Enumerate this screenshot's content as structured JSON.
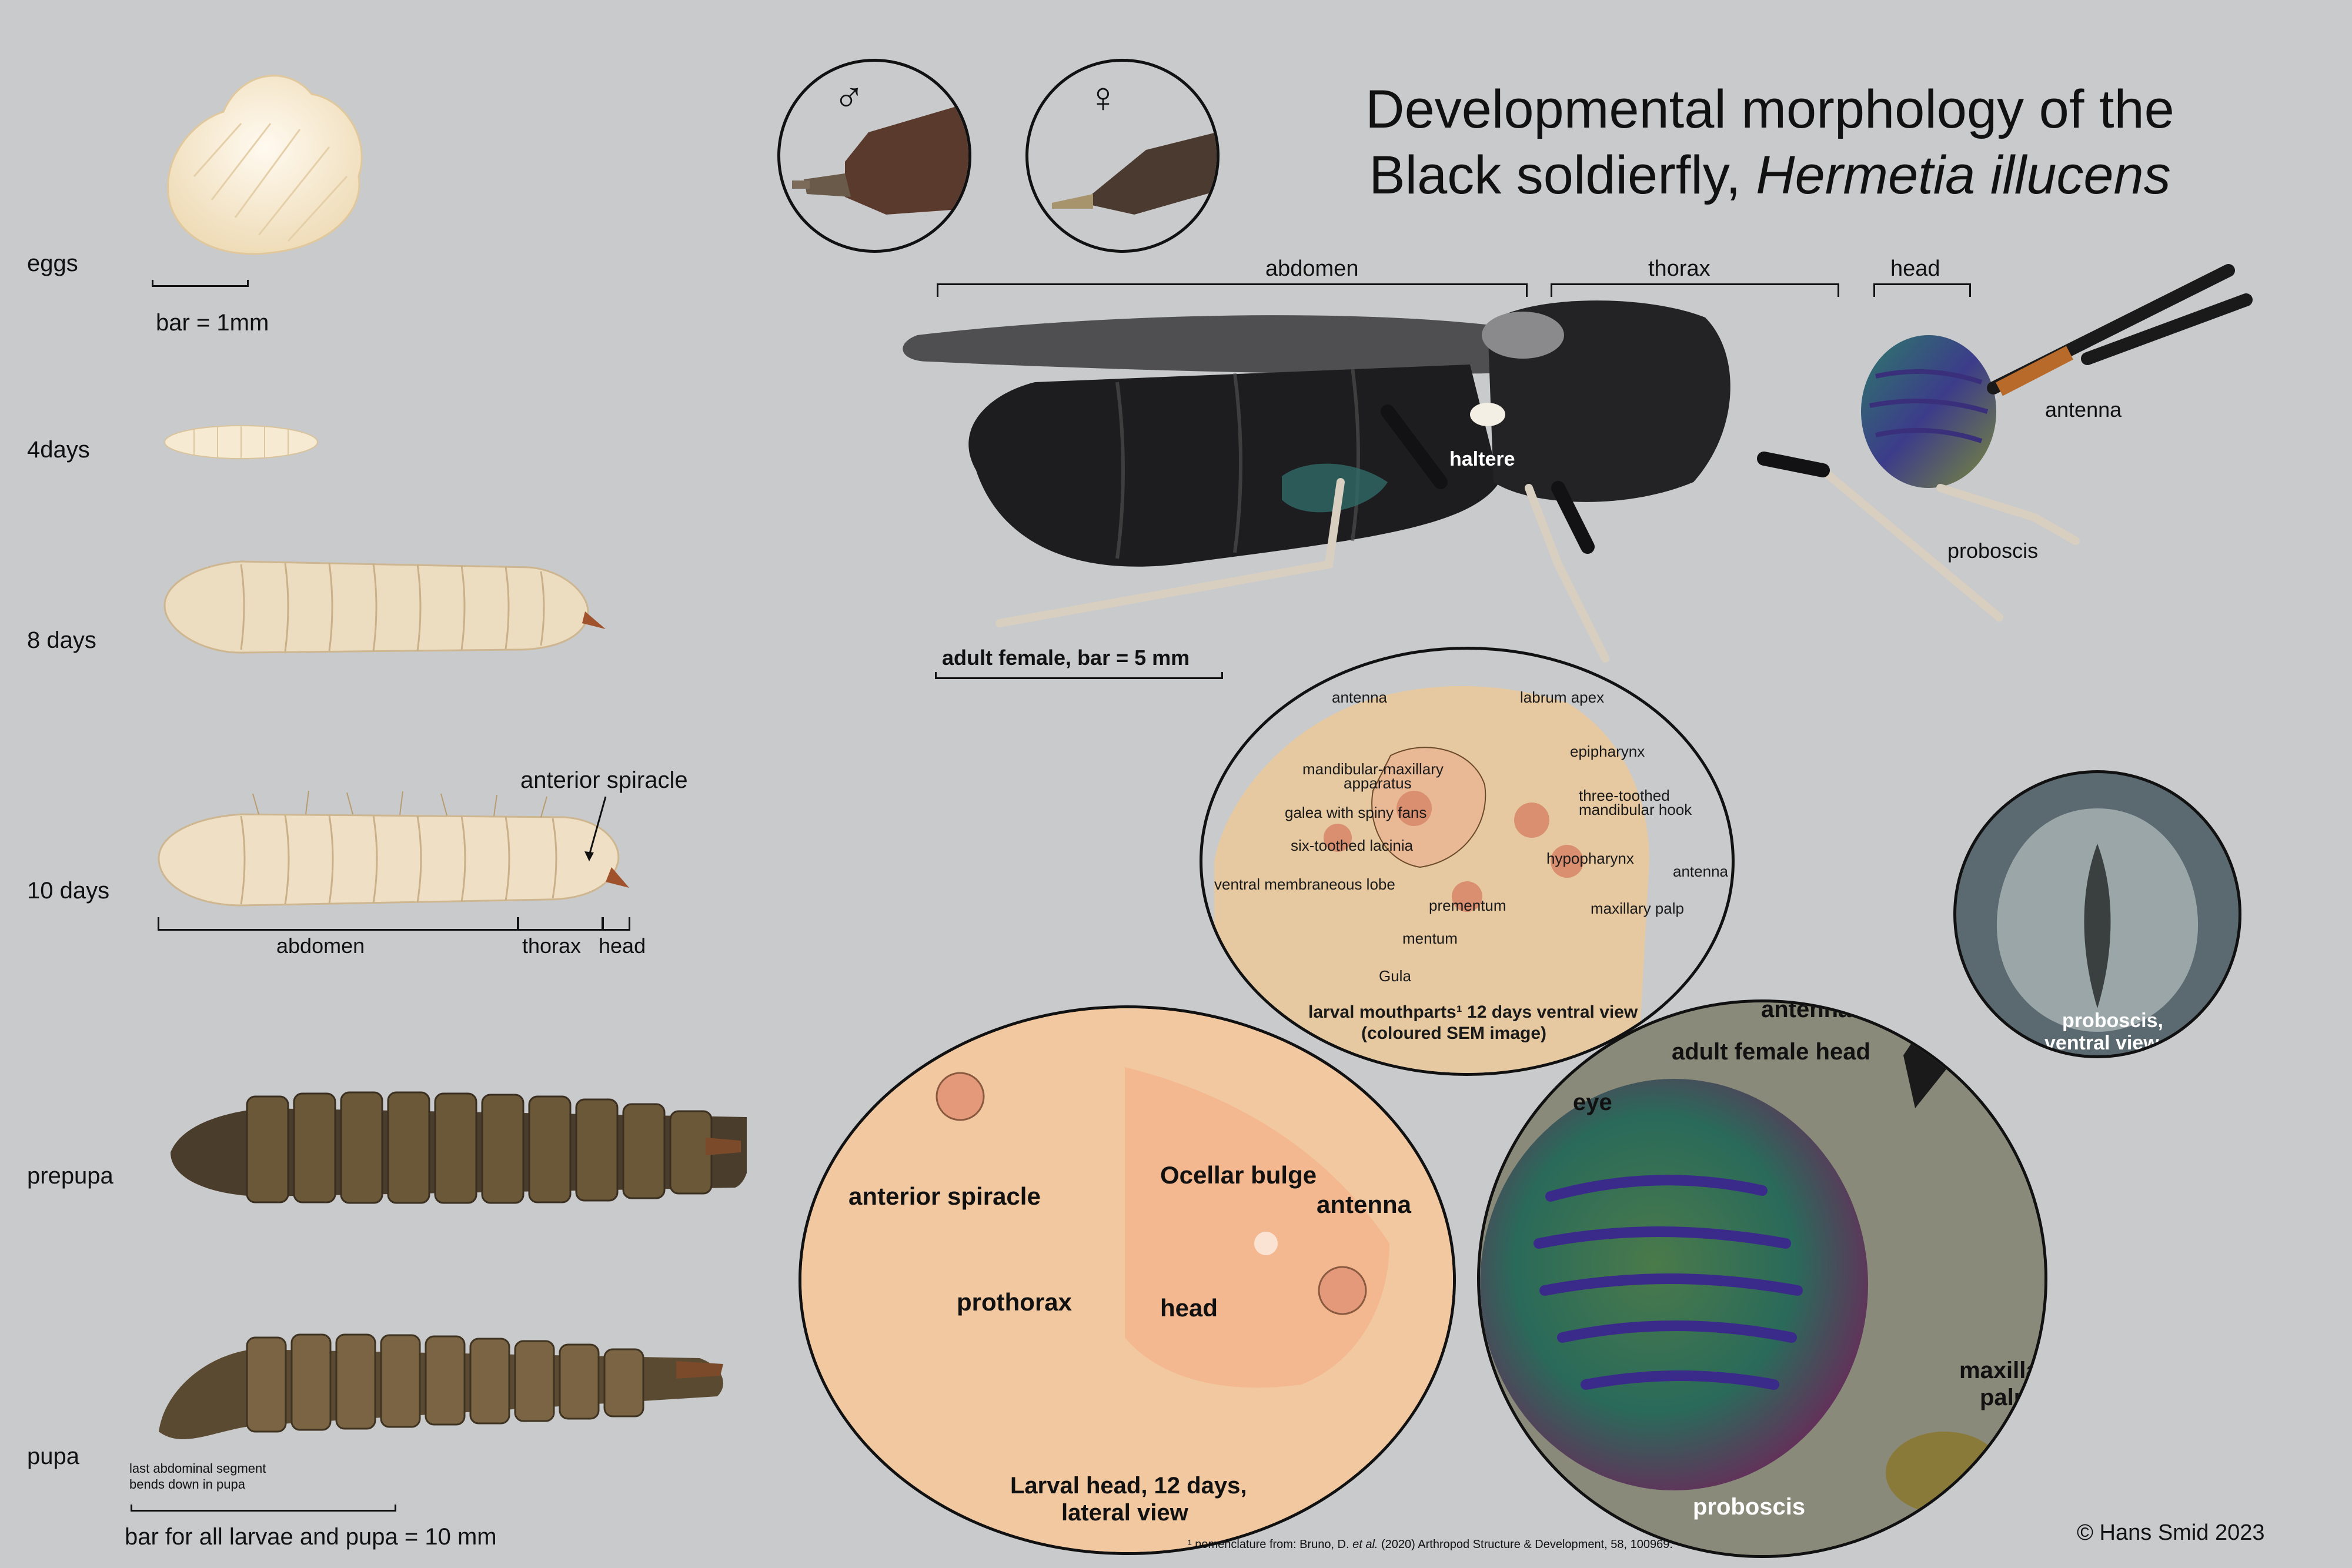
{
  "title": {
    "line1": "Developmental morphology of the",
    "line2_plain": "Black soldierfly, ",
    "line2_italic": "Hermetia illucens"
  },
  "stages": {
    "eggs": "eggs",
    "bar_1mm": "bar = 1mm",
    "d4": "4days",
    "d8": "8 days",
    "d10": "10 days",
    "prepupa": "prepupa",
    "pupa": "pupa",
    "anterior_spiracle": "anterior spiracle",
    "abdomen": "abdomen",
    "thorax": "thorax",
    "head": "head",
    "last_segment_1": "last abdominal segment",
    "last_segment_2": "bends down in pupa",
    "bar_larvae": "bar for all larvae and pupa  = 10 mm"
  },
  "adult": {
    "male_symbol": "♂",
    "female_symbol": "♀",
    "abdomen": "abdomen",
    "thorax": "thorax",
    "head": "head",
    "antenna": "antenna",
    "haltere": "haltere",
    "proboscis": "proboscis",
    "caption": "adult female, bar = 5 mm"
  },
  "sem": {
    "antenna_top": "antenna",
    "labrum_apex": "labrum apex",
    "epipharynx": "epipharynx",
    "mm_apparatus_1": "mandibular-maxillary",
    "mm_apparatus_2": "apparatus",
    "three_toothed_1": "three-toothed",
    "three_toothed_2": "mandibular hook",
    "galea": "galea with spiny fans",
    "six_toothed": "six-toothed lacinia",
    "hypopharynx": "hypopharynx",
    "antenna_right": "antenna",
    "ventral_lobe": "ventral membraneous lobe",
    "prementum": "prementum",
    "maxillary_palp": "maxillary palp",
    "mentum": "mentum",
    "gula": "Gula",
    "caption_1": "larval mouthparts¹ 12 days ventral view",
    "caption_2": "(coloured SEM image)"
  },
  "proboscis_circle": {
    "line1": "proboscis,",
    "line2": "ventral view"
  },
  "larval_head": {
    "anterior_spiracle": "anterior spiracle",
    "ocellar_bulge": "Ocellar bulge",
    "antenna": "antenna",
    "prothorax": "prothorax",
    "head": "head",
    "caption_1": "Larval head, 12 days,",
    "caption_2": "lateral view"
  },
  "adult_head": {
    "antenna": "antenna",
    "caption": "adult female head",
    "eye": "eye",
    "maxillary_1": "maxillary",
    "maxillary_2": "palp",
    "proboscis": "proboscis"
  },
  "footnote": {
    "prefix": "¹ nomenclature  from: Bruno, D. ",
    "italic": "et al.",
    "rest": " (2020) Arthropod Structure & Development, 58, 100969."
  },
  "copyright": "©  Hans Smid 2023",
  "colors": {
    "background": "#c9cacc",
    "larva": "#ecdcc0",
    "pupa": "#5a4a32",
    "fly_body": "#1d1d1f",
    "sem_tan": "#e6c9a0",
    "larval_head_pink": "#f0c9a6"
  }
}
